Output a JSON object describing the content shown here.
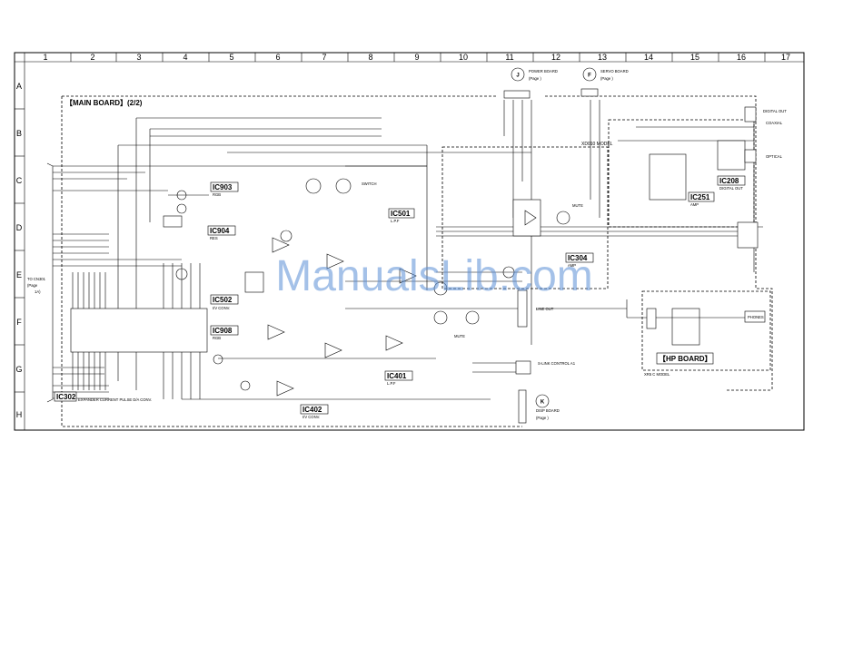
{
  "grid": {
    "columns": [
      "1",
      "2",
      "3",
      "4",
      "5",
      "6",
      "7",
      "8",
      "9",
      "10",
      "11",
      "12",
      "13",
      "14",
      "15",
      "16",
      "17"
    ],
    "rows": [
      "A",
      "B",
      "C",
      "D",
      "E",
      "F",
      "G",
      "H"
    ]
  },
  "boards": {
    "main": "【MAIN BOARD】(2/2)",
    "hp": "【HP BOARD】",
    "hp_sub": "XR5 C MODEL",
    "xd_model": "XD010 MODEL"
  },
  "references": [
    {
      "letter": "J",
      "name": "POWER BOARD",
      "page": "(Page   )"
    },
    {
      "letter": "F",
      "name": "SERVO BOARD",
      "page": "(Page   )"
    },
    {
      "letter": "K",
      "name": "DISP BOARD",
      "page": "(Page   )"
    }
  ],
  "left_ref": {
    "line1": "TO CN301",
    "line2": "(Page",
    "line3": "1A)"
  },
  "ics": [
    {
      "id": "IC903",
      "sub": "RGB"
    },
    {
      "id": "IC904",
      "sub": "RES"
    },
    {
      "id": "IC501",
      "sub": "L.P.F"
    },
    {
      "id": "IC502",
      "sub": "I/V CONV."
    },
    {
      "id": "IC908",
      "sub": "RGB"
    },
    {
      "id": "IC302",
      "sub": "EXPANDER  CURRENT PULSE  D/A CONV."
    },
    {
      "id": "IC402",
      "sub": "I/V CONV."
    },
    {
      "id": "IC401",
      "sub": "L.P.F"
    },
    {
      "id": "IC304",
      "sub": "AMP"
    },
    {
      "id": "IC251",
      "sub": "AMP"
    },
    {
      "id": "IC208",
      "sub": "DIGITAL OUT"
    }
  ],
  "connectors": {
    "digital_out": "DIGITAL OUT",
    "optical": "OPTICAL",
    "coaxial": "COAXIAL",
    "line_out": "LINE OUT",
    "s_link": "S-LINK CONTROL A1",
    "phones": "PHONES",
    "mute": "MUTE",
    "switch": "SWITCH"
  },
  "watermark": "ManualsLib.com"
}
